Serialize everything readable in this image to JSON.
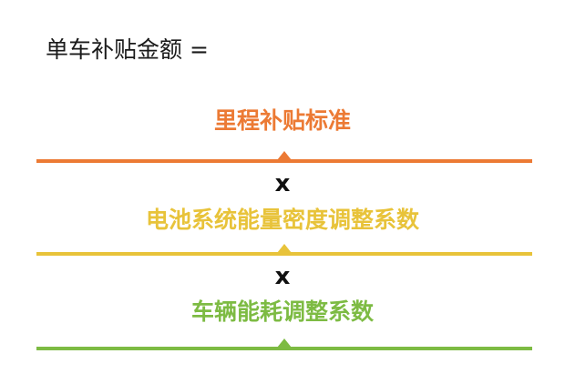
{
  "formula": {
    "heading": "单车补贴金额 =",
    "multiply_symbol": "x",
    "factors": [
      {
        "label": "里程补贴标准",
        "color": "#ec7a34"
      },
      {
        "label": "电池系统能量密度调整系数",
        "color": "#e8c33a"
      },
      {
        "label": "车辆能耗调整系数",
        "color": "#7dbb43"
      }
    ]
  }
}
